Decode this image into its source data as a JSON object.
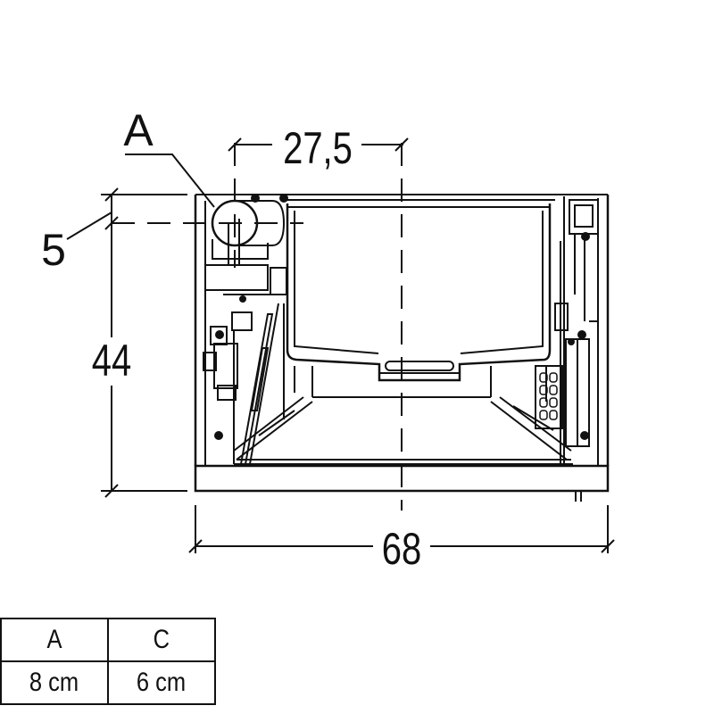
{
  "drawing": {
    "labels": {
      "connector": "A",
      "offset_horizontal": "27,5",
      "offset_vertical": "5",
      "height": "44",
      "width": "68"
    }
  },
  "table": {
    "headers": [
      "A",
      "C"
    ],
    "values": [
      "8 cm",
      "6 cm"
    ]
  }
}
